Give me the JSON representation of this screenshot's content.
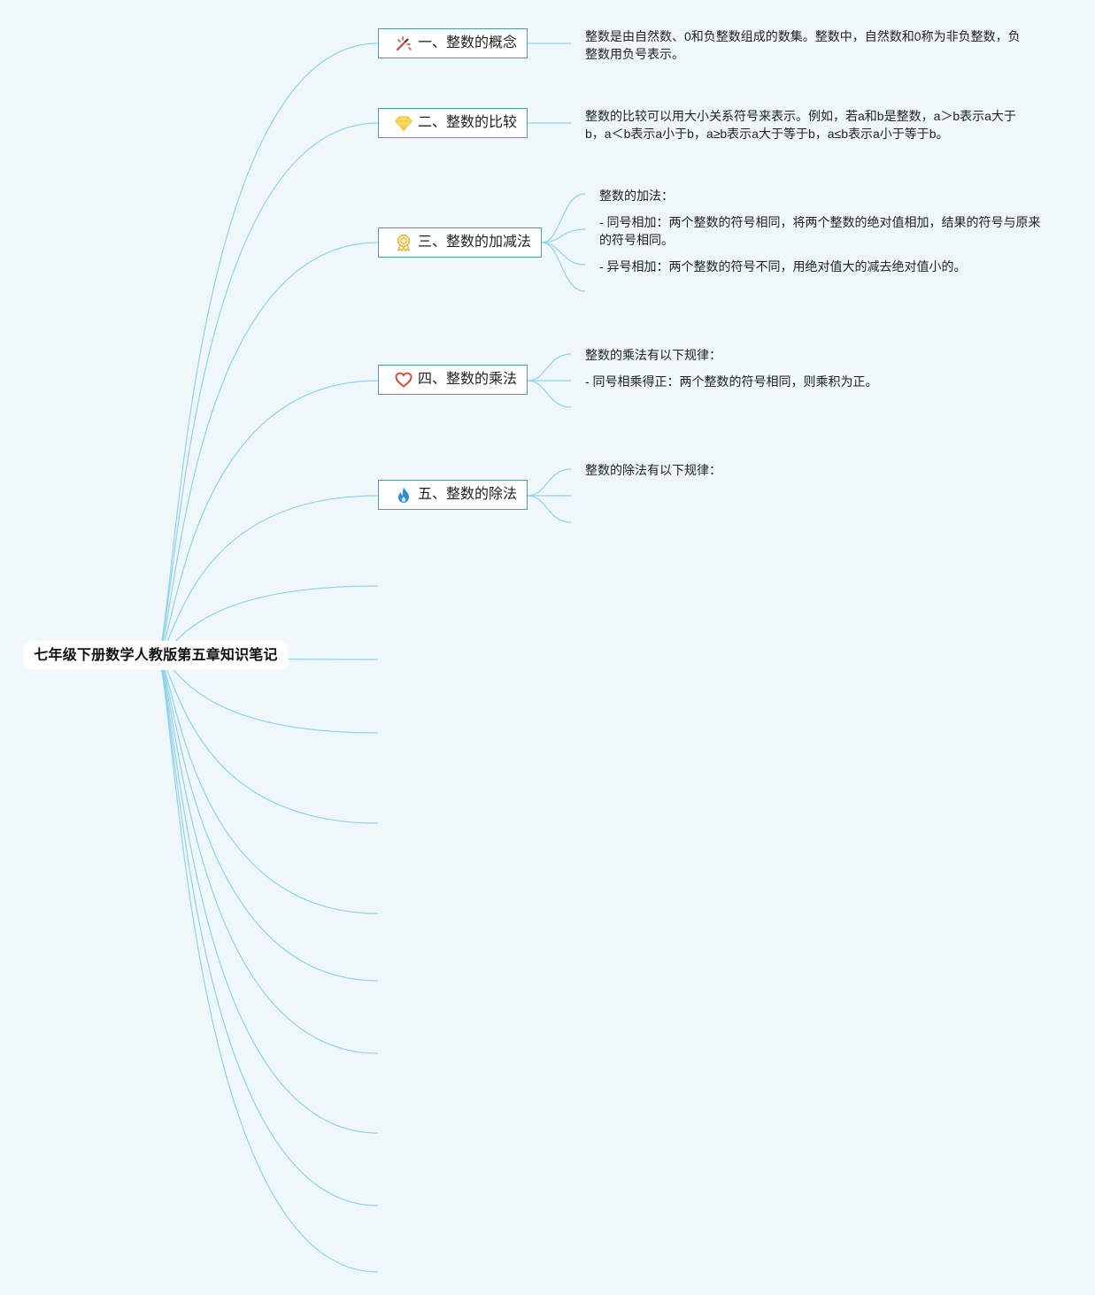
{
  "root": {
    "label": "七年级下册数学人教版第五章知识笔记"
  },
  "topics": [
    {
      "label": "一、整数的概念",
      "icon": "magic-wand-icon",
      "notes": [
        "整数是由自然数、0和负整数组成的数集。整数中，自然数和0称为非负整数，负整数用负号表示。"
      ]
    },
    {
      "label": "二、整数的比较",
      "icon": "diamond-icon",
      "notes": [
        "整数的比较可以用大小关系符号来表示。例如，若a和b是整数，a＞b表示a大于b，a＜b表示a小于b，a≥b表示a大于等于b，a≤b表示a小于等于b。"
      ]
    },
    {
      "label": "三、整数的加减法",
      "icon": "award-ribbon-icon",
      "notes": [
        "整数的加法：",
        "- 同号相加：两个整数的符号相同，将两个整数的绝对值相加，结果的符号与原来的符号相同。",
        "- 异号相加：两个整数的符号不同，用绝对值大的减去绝对值小的。"
      ]
    },
    {
      "label": "四、整数的乘法",
      "icon": "heart-icon",
      "notes": [
        "整数的乘法有以下规律：",
        "- 同号相乘得正：两个整数的符号相同，则乘积为正。"
      ]
    },
    {
      "label": "五、整数的除法",
      "icon": "flame-icon",
      "notes": [
        "整数的除法有以下规律："
      ]
    }
  ],
  "colors": {
    "background": "#eff7fb",
    "connector": "#8fd3ef",
    "topic_border": "#4e9e9e",
    "wand": "#e03a2f",
    "diamond": "#f2c12e",
    "award": "#e8b43a",
    "heart": "#e03a2f",
    "flame": "#2b8fe0"
  }
}
